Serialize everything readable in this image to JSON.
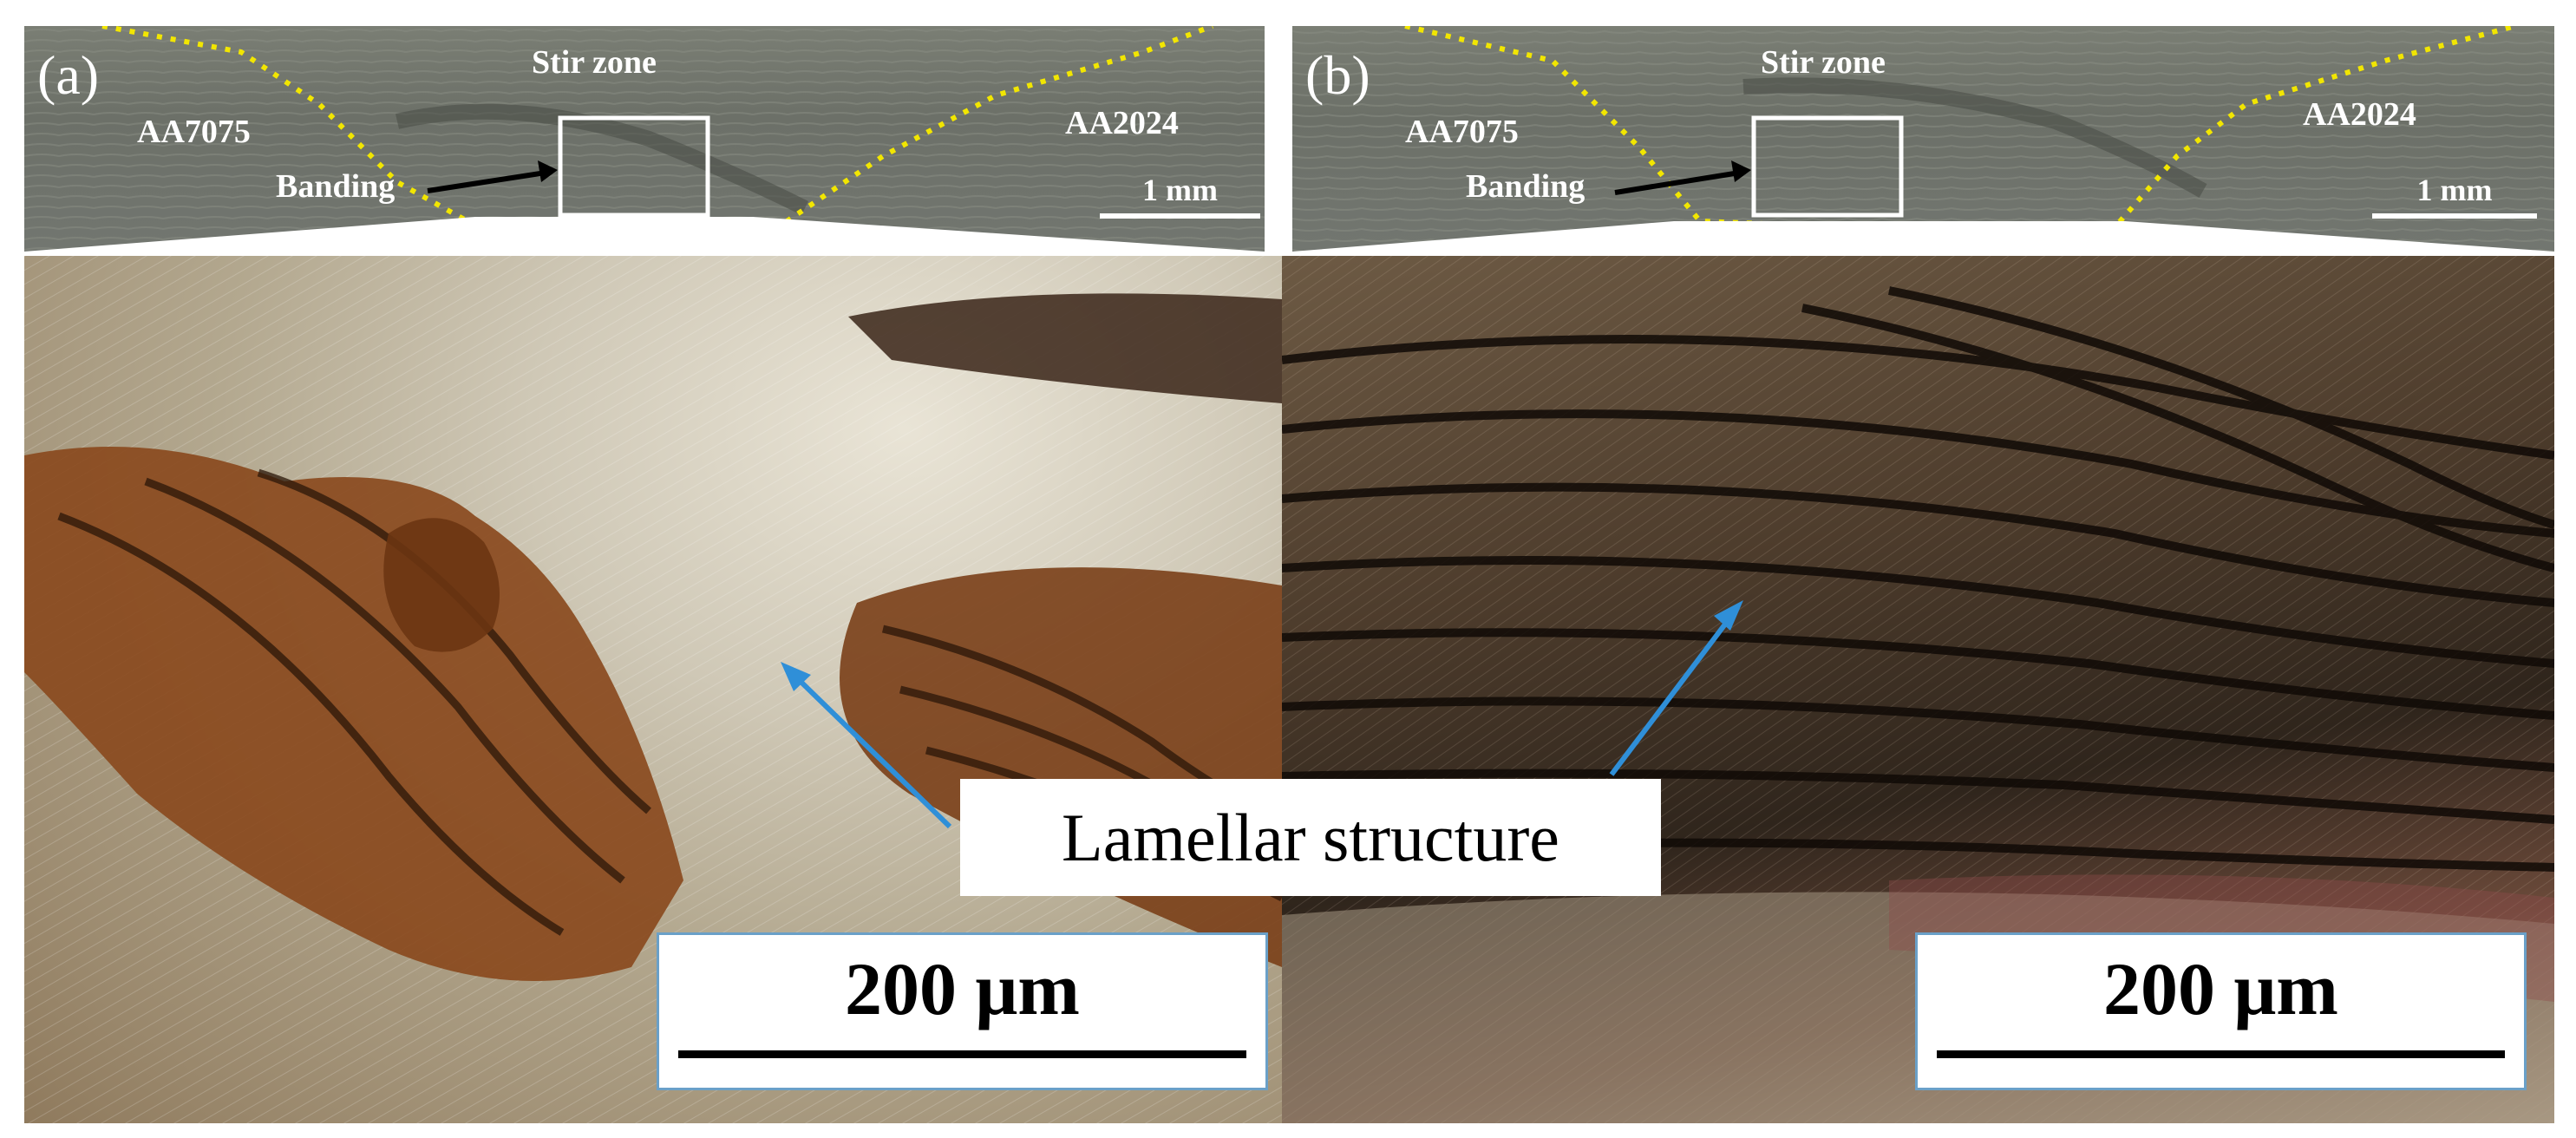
{
  "panels": [
    {
      "letter": "(a)",
      "labels": {
        "left_material": "AA7075",
        "right_material": "AA2024",
        "zone": "Stir zone",
        "feature": "Banding"
      },
      "overview_scale": "1 mm",
      "micro_scale": "200 μm"
    },
    {
      "letter": "(b)",
      "labels": {
        "left_material": "AA7075",
        "right_material": "AA2024",
        "zone": "Stir zone",
        "feature": "Banding"
      },
      "overview_scale": "1 mm",
      "micro_scale": "200 μm"
    }
  ],
  "callout": "Lamellar structure",
  "colors": {
    "boundary_dotted": "#f2e600",
    "arrow_blue": "#2f8fd8",
    "arrow_black": "#000000",
    "scale_box_border": "#6aa0c8",
    "label_text": "#ffffff"
  }
}
